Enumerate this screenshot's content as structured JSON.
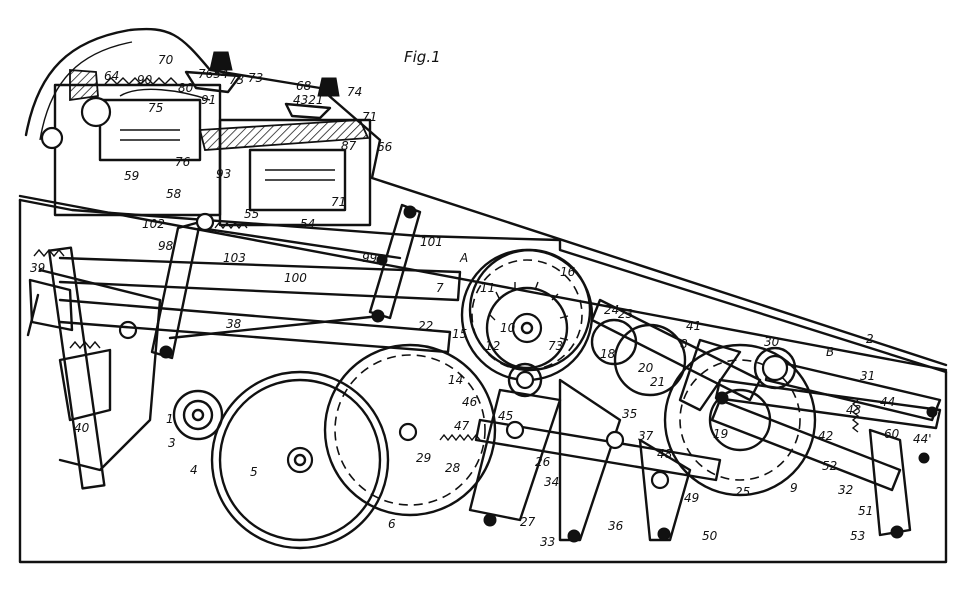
{
  "figure": {
    "title": "Fig.1"
  },
  "labels": [
    "1",
    "2",
    "3",
    "4",
    "5",
    "6",
    "7",
    "8",
    "9",
    "10",
    "11",
    "12",
    "14",
    "15",
    "16",
    "18",
    "19",
    "20",
    "21",
    "22",
    "23",
    "24",
    "25",
    "26",
    "27",
    "28",
    "29",
    "30",
    "31",
    "32",
    "33",
    "34",
    "35",
    "36",
    "37",
    "38",
    "39",
    "40",
    "41",
    "42",
    "43",
    "44",
    "44'",
    "45",
    "46",
    "47",
    "48",
    "49",
    "50",
    "51",
    "52",
    "53",
    "54",
    "55",
    "58",
    "59",
    "60",
    "64",
    "66",
    "68",
    "70",
    "71",
    "71",
    "73",
    "73",
    "74",
    "75",
    "76",
    "80",
    "87",
    "90",
    "91",
    "93",
    "98",
    "99",
    "100",
    "101",
    "102",
    "103",
    "A",
    "B",
    "4321",
    "7654",
    "73"
  ]
}
